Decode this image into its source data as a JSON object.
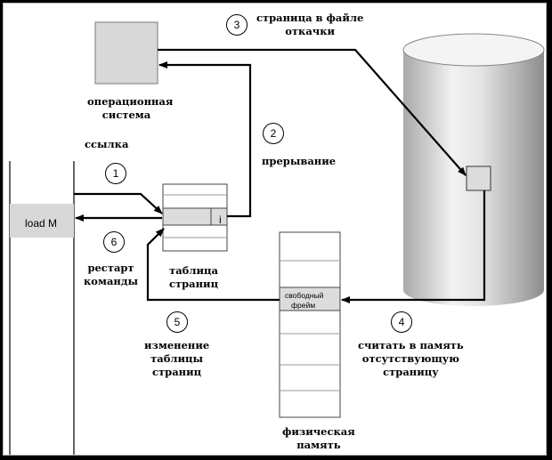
{
  "labels": {
    "os": [
      "операционная",
      "система"
    ],
    "link": "ссылка",
    "interrupt": "прерывание",
    "page_in_swap": [
      "страница в файле",
      "откачки"
    ],
    "load": "load M",
    "restart": [
      "рестарт",
      "команды"
    ],
    "page_table": [
      "таблица",
      "страниц"
    ],
    "table_bit": "i",
    "free_frame": [
      "свободный",
      "фрейм"
    ],
    "update_table": [
      "изменение",
      "таблицы",
      "страниц"
    ],
    "read_page": [
      "считать в память",
      "отсутствующую",
      "страницу"
    ],
    "phys_mem": [
      "физическая",
      "память"
    ]
  },
  "steps": [
    "1",
    "2",
    "3",
    "4",
    "5",
    "6"
  ],
  "colors": {
    "box_fill": "#d8d8d8",
    "row_fill": "#dcdcdc",
    "cylinder_mid": "#ebebeb",
    "line": "#000000"
  }
}
